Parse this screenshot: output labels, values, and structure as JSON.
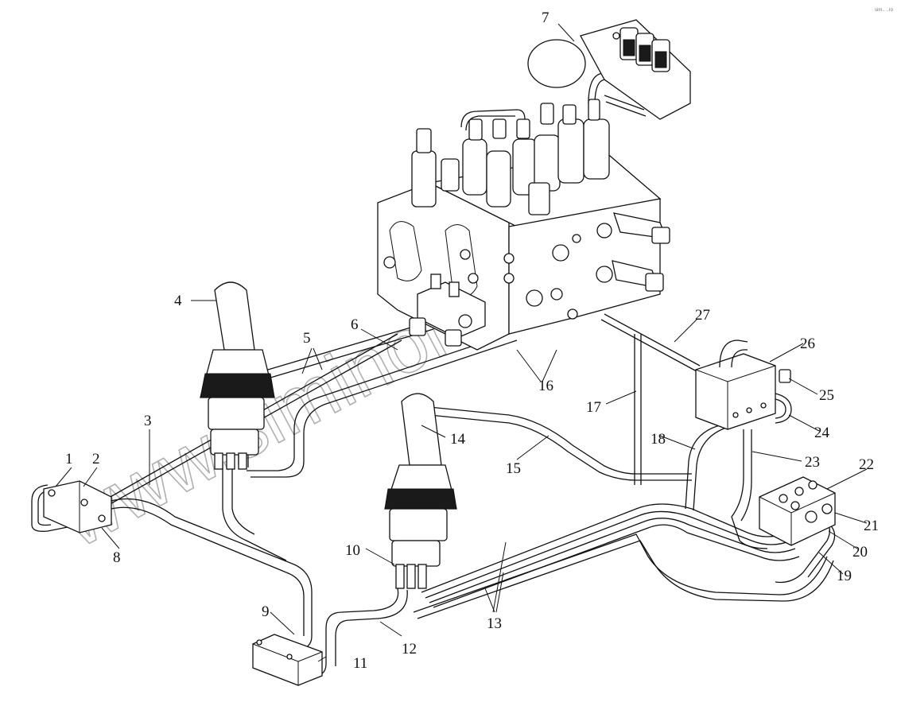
{
  "diagram": {
    "watermark_text": "www.siminoro.kz",
    "corner_mark": "sim.. ..ro",
    "callouts": [
      {
        "id": "1",
        "label": "1"
      },
      {
        "id": "2",
        "label": "2"
      },
      {
        "id": "3",
        "label": "3"
      },
      {
        "id": "4",
        "label": "4"
      },
      {
        "id": "5",
        "label": "5"
      },
      {
        "id": "6",
        "label": "6"
      },
      {
        "id": "7",
        "label": "7"
      },
      {
        "id": "8",
        "label": "8"
      },
      {
        "id": "9",
        "label": "9"
      },
      {
        "id": "10",
        "label": "10"
      },
      {
        "id": "11",
        "label": "11"
      },
      {
        "id": "12",
        "label": "12"
      },
      {
        "id": "13",
        "label": "13"
      },
      {
        "id": "14",
        "label": "14"
      },
      {
        "id": "15",
        "label": "15"
      },
      {
        "id": "16",
        "label": "16"
      },
      {
        "id": "17",
        "label": "17"
      },
      {
        "id": "18",
        "label": "18"
      },
      {
        "id": "19",
        "label": "19"
      },
      {
        "id": "20",
        "label": "20"
      },
      {
        "id": "21",
        "label": "21"
      },
      {
        "id": "22",
        "label": "22"
      },
      {
        "id": "23",
        "label": "23"
      },
      {
        "id": "24",
        "label": "24"
      },
      {
        "id": "25",
        "label": "25"
      },
      {
        "id": "26",
        "label": "26"
      },
      {
        "id": "27",
        "label": "27"
      }
    ]
  }
}
